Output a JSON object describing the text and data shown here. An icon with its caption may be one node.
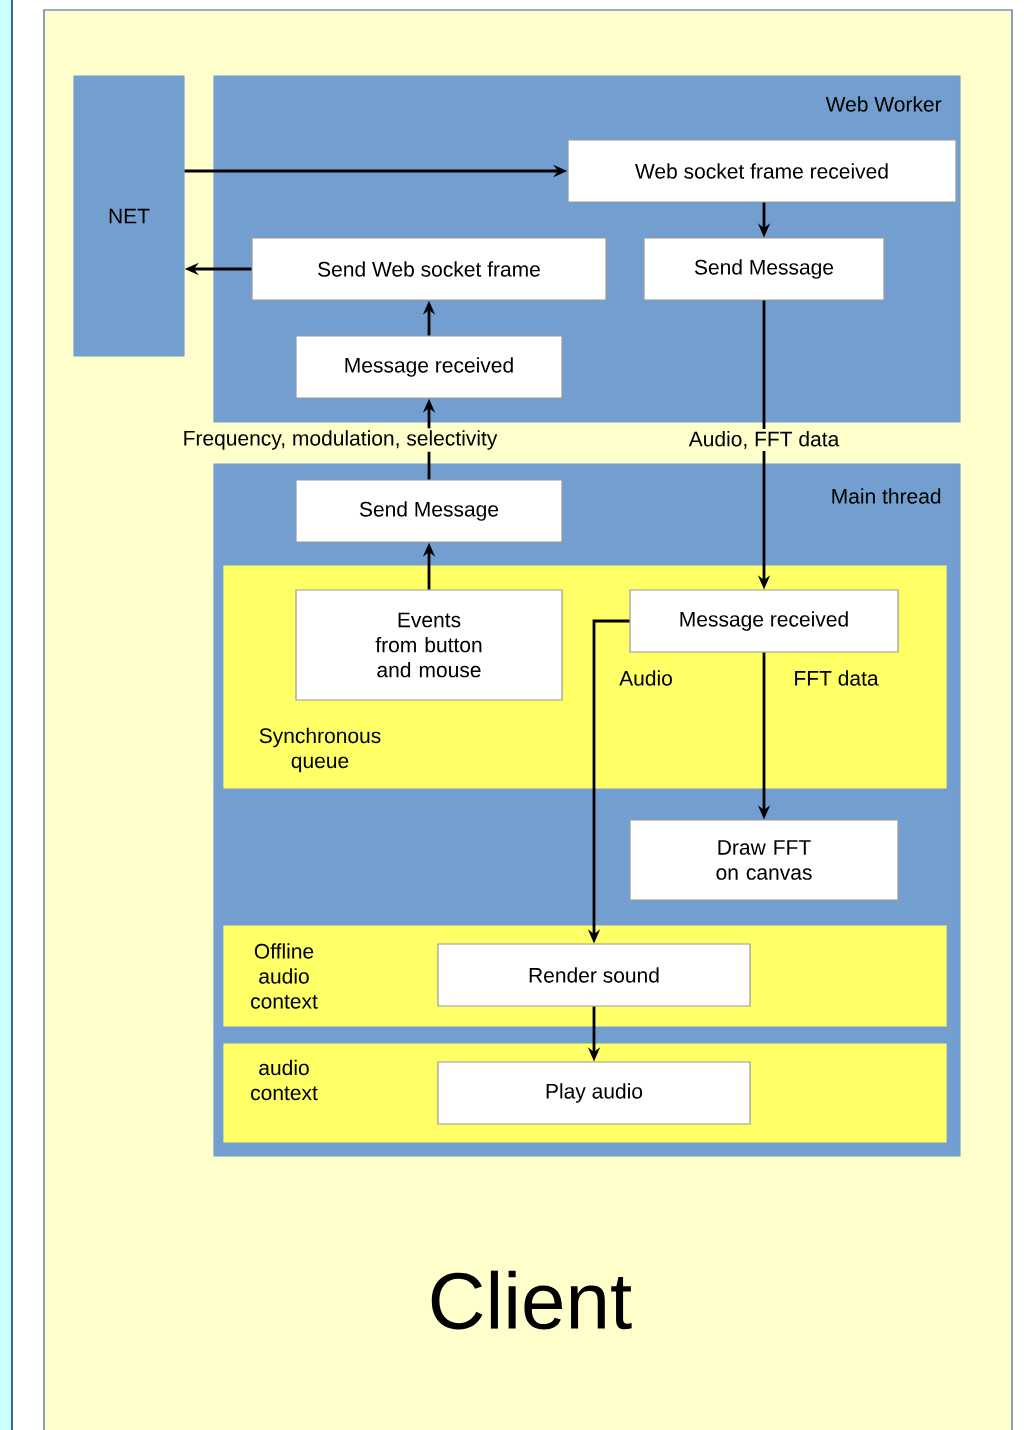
{
  "diagram": {
    "nodes": [
      {
        "text": [
          "Client"
        ]
      },
      {
        "text": [
          "NET"
        ],
        "in": 0
      },
      {
        "text": [
          "Web Worker"
        ],
        "in": 0
      },
      {
        "text": [
          "Web socket frame received"
        ],
        "in": 2
      },
      {
        "text": [
          "Send Web socket frame"
        ],
        "in": 2
      },
      {
        "text": [
          "Send Message"
        ],
        "in": 2
      },
      {
        "text": [
          "Message received"
        ],
        "in": 2
      },
      {
        "text": [
          "Main thread"
        ],
        "in": 0
      },
      {
        "text": [
          "Send Message"
        ],
        "in": 7
      },
      {
        "text": [
          "Synchronous queue"
        ],
        "in": 7
      },
      {
        "text": [
          "Events from button and mouse"
        ],
        "in": 9
      },
      {
        "text": [
          "Message received"
        ],
        "in": 9
      },
      {
        "text": [
          "Draw FFT on canvas"
        ],
        "in": 7
      },
      {
        "text": [
          "Offline audio context"
        ],
        "in": 7
      },
      {
        "text": [
          "Render sound"
        ],
        "in": 13
      },
      {
        "text": [
          "audio context"
        ],
        "in": 7
      },
      {
        "text": [
          "Play audio"
        ],
        "in": 15
      }
    ],
    "edges": [
      {
        "from": 1,
        "to": 3,
        "arrow": "to"
      },
      {
        "from": 3,
        "to": 5,
        "arrow": "to"
      },
      {
        "from": 4,
        "to": 1,
        "arrow": "to"
      },
      {
        "from": 6,
        "to": 4,
        "arrow": "to"
      },
      {
        "from": 5,
        "to": 11,
        "arrow": "to",
        "label": "Audio, FFT data"
      },
      {
        "from": 8,
        "to": 6,
        "arrow": "to",
        "label": "Frequency, modulation, selectivity"
      },
      {
        "from": 10,
        "to": 8,
        "arrow": "to"
      },
      {
        "from": 11,
        "to": 12,
        "arrow": "to",
        "label": "FFT data"
      },
      {
        "from": 11,
        "to": 14,
        "arrow": "to",
        "label": "Audio"
      },
      {
        "from": 14,
        "to": 16,
        "arrow": "to"
      }
    ]
  }
}
